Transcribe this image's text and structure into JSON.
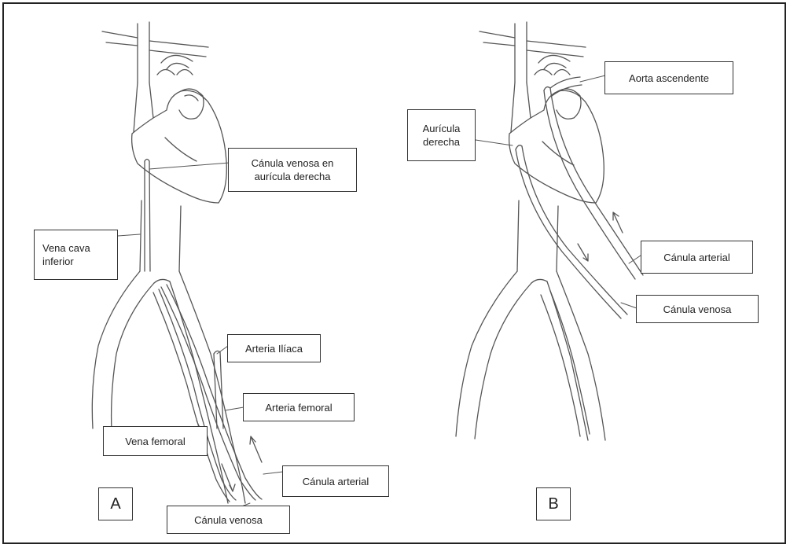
{
  "panel_a": {
    "letter": "A",
    "labels": {
      "venous_cannula_atrium": "Cánula venosa en\naurícula derecha",
      "inferior_vena_cava": "Vena cava\ninferior",
      "iliac_artery": "Arteria Ilíaca",
      "femoral_artery": "Arteria femoral",
      "femoral_vein": "Vena femoral",
      "arterial_cannula": "Cánula arterial",
      "venous_cannula": "Cánula venosa"
    }
  },
  "panel_b": {
    "letter": "B",
    "labels": {
      "ascending_aorta": "Aorta ascendente",
      "right_atrium": "Aurícula\nderecha",
      "arterial_cannula": "Cánula arterial",
      "venous_cannula": "Cánula venosa"
    }
  }
}
